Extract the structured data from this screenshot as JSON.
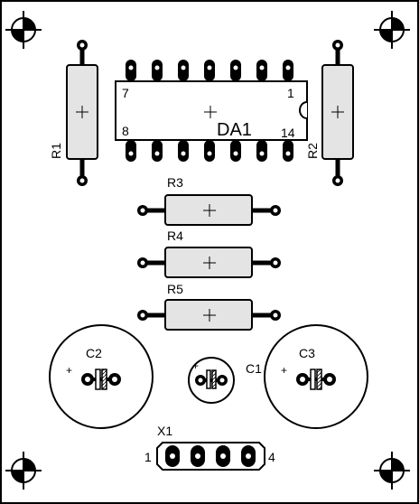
{
  "colors": {
    "ink": "#000000",
    "body": "#d9d9d9",
    "paper": "#ffffff"
  },
  "components": {
    "R1": "R1",
    "R2": "R2",
    "R3": "R3",
    "R4": "R4",
    "R5": "R5",
    "DA1": "DA1",
    "C1": "C1",
    "C2": "C2",
    "C3": "C3",
    "X1": "X1"
  },
  "ic_pins": {
    "p7": "7",
    "p1": "1",
    "p8": "8",
    "p14": "14"
  },
  "connector_pins": {
    "left": "1",
    "right": "4"
  },
  "polarity": {
    "c1": "+",
    "c2": "+",
    "c3": "+"
  }
}
